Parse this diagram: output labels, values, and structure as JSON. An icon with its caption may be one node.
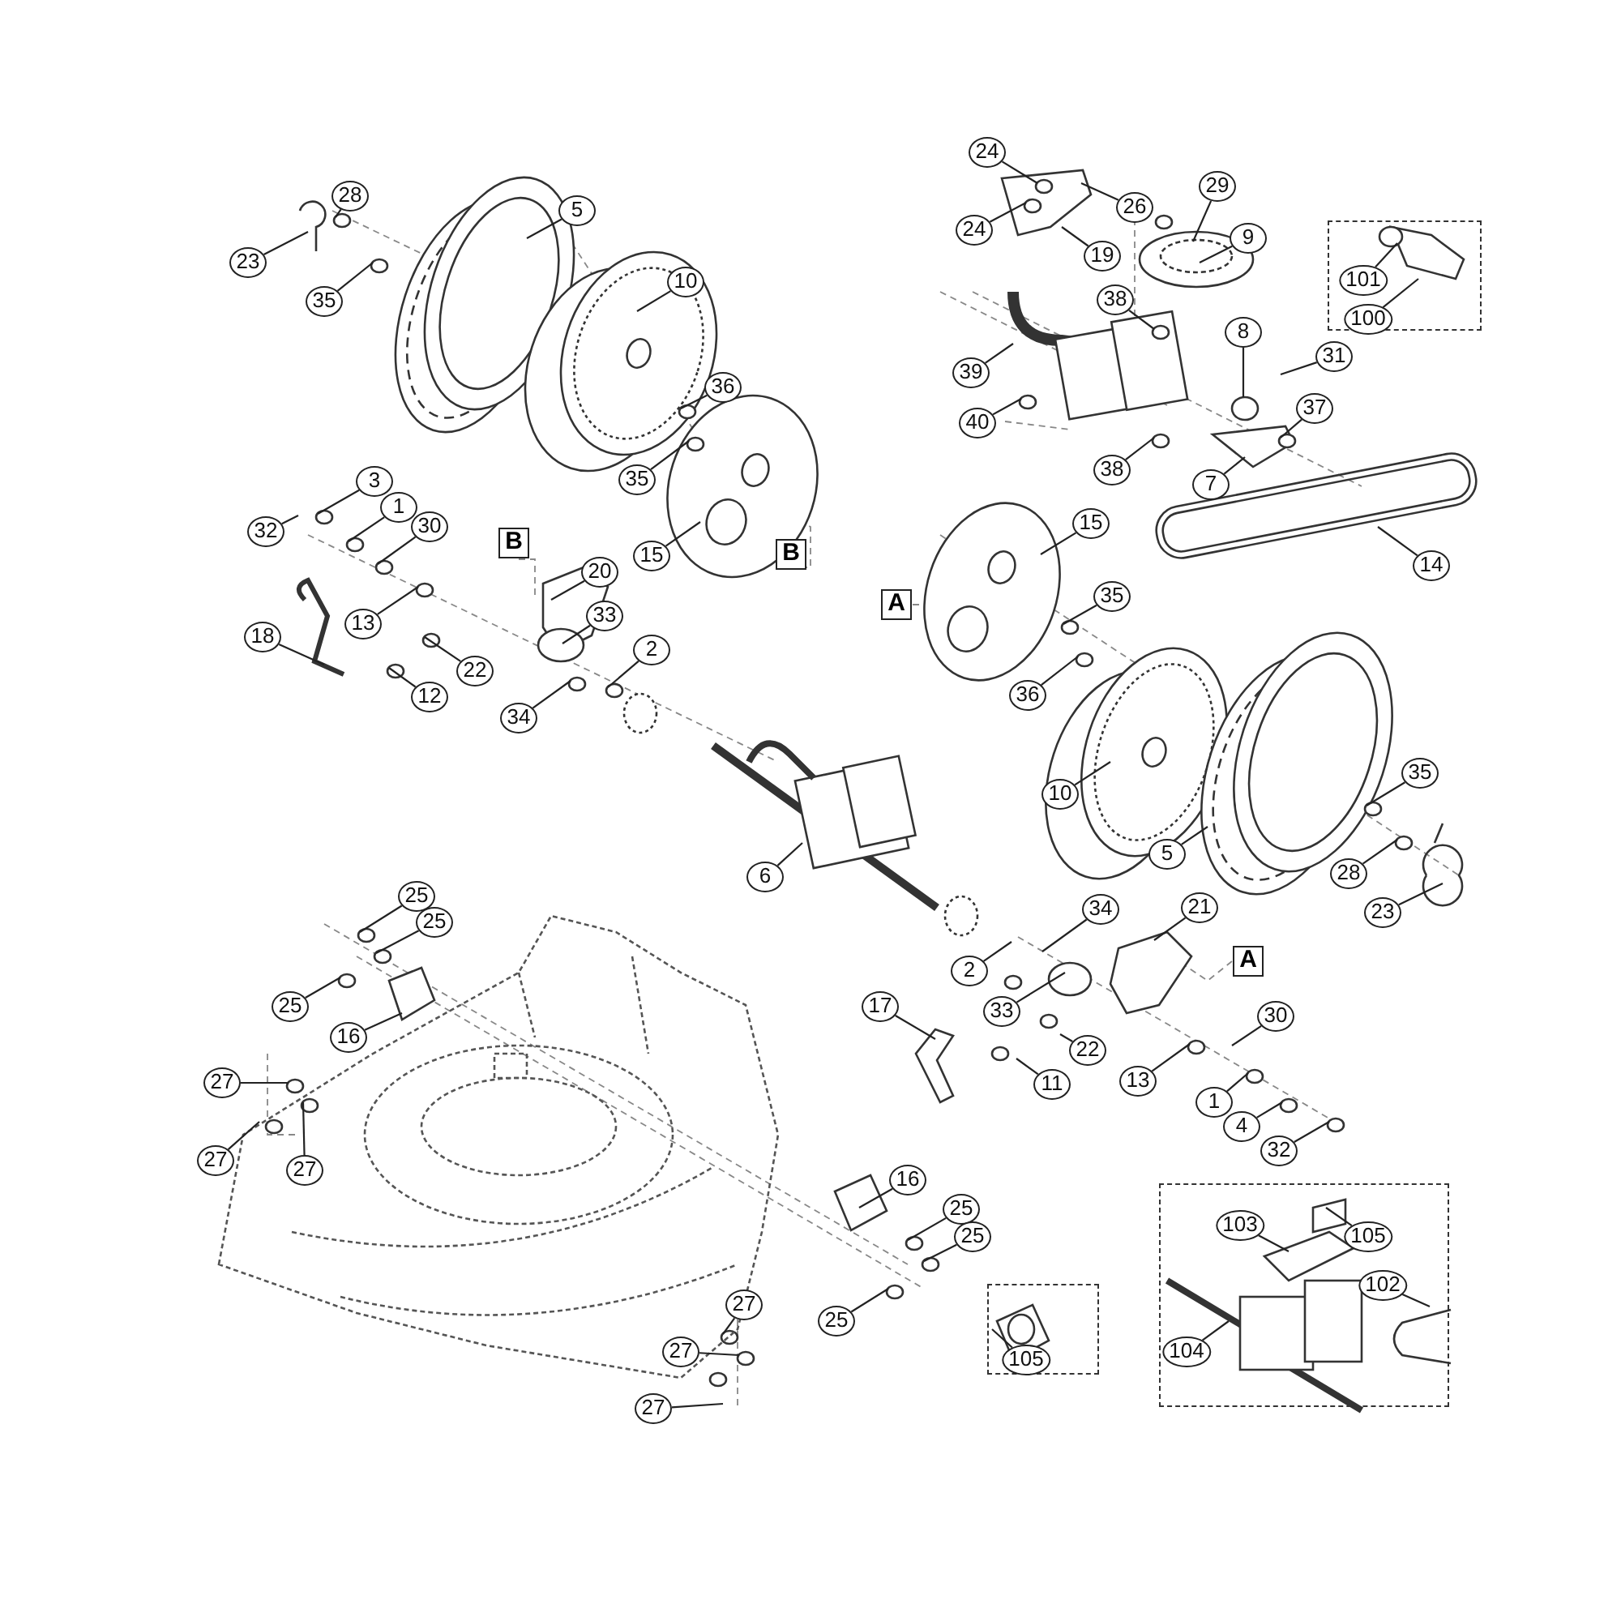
{
  "diagram": {
    "nodes": [
      {
        "text": [
          "24"
        ]
      },
      {
        "text": [
          "28"
        ]
      },
      {
        "text": [
          "26"
        ]
      },
      {
        "text": [
          "5"
        ]
      },
      {
        "text": [
          "29"
        ]
      },
      {
        "text": [],
        "shape": "box"
      },
      {
        "text": [
          "24"
        ]
      },
      {
        "text": [
          "9"
        ]
      },
      {
        "text": [
          "19"
        ]
      },
      {
        "text": [
          "23"
        ]
      },
      {
        "text": [
          "101"
        ],
        "in": 5
      },
      {
        "text": [
          "10"
        ]
      },
      {
        "text": [
          "38"
        ]
      },
      {
        "text": [
          "35"
        ]
      },
      {
        "text": [
          "100"
        ],
        "in": 5
      },
      {
        "text": [
          "8"
        ]
      },
      {
        "text": [
          "31"
        ]
      },
      {
        "text": [
          "39"
        ]
      },
      {
        "text": [
          "36"
        ]
      },
      {
        "text": [
          "37"
        ]
      },
      {
        "text": [
          "40"
        ]
      },
      {
        "text": [
          "38"
        ]
      },
      {
        "text": [
          "35"
        ]
      },
      {
        "text": [
          "3"
        ]
      },
      {
        "text": [
          "7"
        ]
      },
      {
        "text": [
          "1"
        ]
      },
      {
        "text": [
          "15"
        ]
      },
      {
        "text": [
          "30"
        ]
      },
      {
        "text": [
          "B"
        ]
      },
      {
        "text": [
          "15"
        ]
      },
      {
        "text": [
          "B"
        ]
      },
      {
        "text": [
          "14"
        ]
      },
      {
        "text": [
          "20"
        ]
      },
      {
        "text": [
          "35"
        ]
      },
      {
        "text": [
          "A"
        ]
      },
      {
        "text": [
          "33"
        ]
      },
      {
        "text": [
          "13"
        ]
      },
      {
        "text": [
          "18"
        ]
      },
      {
        "text": [
          "2"
        ]
      },
      {
        "text": [
          "22"
        ]
      },
      {
        "text": [
          "36"
        ]
      },
      {
        "text": [
          "12"
        ]
      },
      {
        "text": [
          "34"
        ]
      },
      {
        "text": [
          "35"
        ]
      },
      {
        "text": [
          "10"
        ]
      },
      {
        "text": [
          "5"
        ]
      },
      {
        "text": [
          "28"
        ]
      },
      {
        "text": [
          "6"
        ]
      },
      {
        "text": [
          "25"
        ]
      },
      {
        "text": [
          "21"
        ]
      },
      {
        "text": [
          "23"
        ]
      },
      {
        "text": [
          "25"
        ]
      },
      {
        "text": [
          "34"
        ]
      },
      {
        "text": [
          "A"
        ]
      },
      {
        "text": [
          "2"
        ]
      },
      {
        "text": [
          "25"
        ]
      },
      {
        "text": [
          "33"
        ]
      },
      {
        "text": [
          "17"
        ]
      },
      {
        "text": [
          "30"
        ]
      },
      {
        "text": [
          "16"
        ]
      },
      {
        "text": [
          "22"
        ]
      },
      {
        "text": [
          "13"
        ]
      },
      {
        "text": [
          "11"
        ]
      },
      {
        "text": [
          "27"
        ]
      },
      {
        "text": [
          "1"
        ]
      },
      {
        "text": [
          "4"
        ]
      },
      {
        "text": [
          "32"
        ]
      },
      {
        "text": [
          "27"
        ]
      },
      {
        "text": [
          "27"
        ]
      },
      {
        "text": [
          "16"
        ]
      },
      {
        "text": [],
        "shape": "box"
      },
      {
        "text": [
          "25"
        ]
      },
      {
        "text": [
          "103"
        ],
        "in": 70
      },
      {
        "text": [
          "105"
        ],
        "in": 70
      },
      {
        "text": [
          "25"
        ]
      },
      {
        "text": [],
        "shape": "box"
      },
      {
        "text": [
          "102"
        ],
        "in": 70
      },
      {
        "text": [
          "27"
        ]
      },
      {
        "text": [
          "25"
        ]
      },
      {
        "text": [
          "104"
        ],
        "in": 70
      },
      {
        "text": [
          "105"
        ],
        "in": 75
      },
      {
        "text": [
          "27"
        ]
      },
      {
        "text": [
          "27"
        ]
      },
      {
        "text": [
          "32"
        ]
      }
    ],
    "edges": [
      {
        "from": 0,
        "to": null,
        "arrow": "none"
      },
      {
        "from": 1,
        "to": null,
        "arrow": "none"
      },
      {
        "from": 2,
        "to": null,
        "arrow": "none"
      },
      {
        "from": 3,
        "to": null,
        "arrow": "none"
      },
      {
        "from": 4,
        "to": null,
        "arrow": "none"
      },
      {
        "from": 6,
        "to": null,
        "arrow": "none"
      },
      {
        "from": 7,
        "to": null,
        "arrow": "none"
      },
      {
        "from": 8,
        "to": null,
        "arrow": "none"
      },
      {
        "from": 9,
        "to": null,
        "arrow": "none"
      },
      {
        "from": 10,
        "to": null,
        "arrow": "none"
      },
      {
        "from": 11,
        "to": null,
        "arrow": "none"
      },
      {
        "from": 12,
        "to": null,
        "arrow": "none"
      },
      {
        "from": 13,
        "to": null,
        "arrow": "none"
      },
      {
        "from": 14,
        "to": null,
        "arrow": "none"
      },
      {
        "from": 15,
        "to": null,
        "arrow": "none"
      },
      {
        "from": 16,
        "to": null,
        "arrow": "none"
      },
      {
        "from": 17,
        "to": null,
        "arrow": "none"
      },
      {
        "from": 18,
        "to": null,
        "arrow": "none"
      },
      {
        "from": 19,
        "to": null,
        "arrow": "none"
      },
      {
        "from": 20,
        "to": null,
        "arrow": "none"
      },
      {
        "from": 21,
        "to": null,
        "arrow": "none"
      },
      {
        "from": 22,
        "to": null,
        "arrow": "none"
      },
      {
        "from": 23,
        "to": null,
        "arrow": "none"
      },
      {
        "from": 24,
        "to": null,
        "arrow": "none"
      },
      {
        "from": 25,
        "to": null,
        "arrow": "none"
      },
      {
        "from": 26,
        "to": null,
        "arrow": "none"
      },
      {
        "from": 27,
        "to": null,
        "arrow": "none"
      },
      {
        "from": 29,
        "to": null,
        "arrow": "none"
      },
      {
        "from": 31,
        "to": null,
        "arrow": "none"
      },
      {
        "from": 32,
        "to": null,
        "arrow": "none"
      },
      {
        "from": 33,
        "to": null,
        "arrow": "none"
      },
      {
        "from": 35,
        "to": null,
        "arrow": "none"
      },
      {
        "from": 36,
        "to": null,
        "arrow": "none"
      },
      {
        "from": 37,
        "to": null,
        "arrow": "none"
      },
      {
        "from": 38,
        "to": null,
        "arrow": "none"
      },
      {
        "from": 39,
        "to": null,
        "arrow": "none"
      },
      {
        "from": 40,
        "to": null,
        "arrow": "none"
      },
      {
        "from": 41,
        "to": null,
        "arrow": "none"
      },
      {
        "from": 42,
        "to": null,
        "arrow": "none"
      },
      {
        "from": 43,
        "to": null,
        "arrow": "none"
      },
      {
        "from": 44,
        "to": null,
        "arrow": "none"
      },
      {
        "from": 45,
        "to": null,
        "arrow": "none"
      },
      {
        "from": 46,
        "to": null,
        "arrow": "none"
      },
      {
        "from": 47,
        "to": null,
        "arrow": "none"
      },
      {
        "from": 48,
        "to": null,
        "arrow": "none"
      },
      {
        "from": 49,
        "to": null,
        "arrow": "none"
      },
      {
        "from": 50,
        "to": null,
        "arrow": "none"
      },
      {
        "from": 51,
        "to": null,
        "arrow": "none"
      },
      {
        "from": 52,
        "to": null,
        "arrow": "none"
      },
      {
        "from": 54,
        "to": null,
        "arrow": "none"
      },
      {
        "from": 55,
        "to": null,
        "arrow": "none"
      },
      {
        "from": 56,
        "to": null,
        "arrow": "none"
      },
      {
        "from": 57,
        "to": null,
        "arrow": "none"
      },
      {
        "from": 58,
        "to": null,
        "arrow": "none"
      },
      {
        "from": 59,
        "to": null,
        "arrow": "none"
      },
      {
        "from": 60,
        "to": null,
        "arrow": "none"
      },
      {
        "from": 61,
        "to": null,
        "arrow": "none"
      },
      {
        "from": 62,
        "to": null,
        "arrow": "none"
      },
      {
        "from": 63,
        "to": null,
        "arrow": "none"
      },
      {
        "from": 64,
        "to": null,
        "arrow": "none"
      },
      {
        "from": 65,
        "to": null,
        "arrow": "none"
      },
      {
        "from": 66,
        "to": null,
        "arrow": "none"
      },
      {
        "from": 67,
        "to": null,
        "arrow": "none"
      },
      {
        "from": 68,
        "to": null,
        "arrow": "none"
      },
      {
        "from": 69,
        "to": null,
        "arrow": "none"
      },
      {
        "from": 71,
        "to": null,
        "arrow": "none"
      },
      {
        "from": 72,
        "to": null,
        "arrow": "none"
      },
      {
        "from": 73,
        "to": null,
        "arrow": "none"
      },
      {
        "from": 74,
        "to": null,
        "arrow": "none"
      },
      {
        "from": 76,
        "to": null,
        "arrow": "none"
      },
      {
        "from": 77,
        "to": null,
        "arrow": "none"
      },
      {
        "from": 78,
        "to": null,
        "arrow": "none"
      },
      {
        "from": 79,
        "to": null,
        "arrow": "none"
      },
      {
        "from": 80,
        "to": null,
        "arrow": "none"
      },
      {
        "from": 81,
        "to": null,
        "arrow": "none"
      },
      {
        "from": 82,
        "to": null,
        "arrow": "none"
      },
      {
        "from": 83,
        "to": null,
        "arrow": "none"
      }
    ]
  }
}
